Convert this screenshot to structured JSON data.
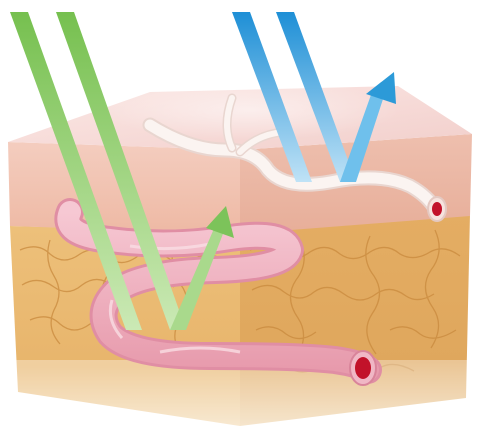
{
  "diagram": {
    "subject": "skin-cross-section-light-penetration",
    "layers": [
      {
        "name": "epidermis-surface",
        "color": "#f6d9d6"
      },
      {
        "name": "dermis",
        "color": "#f3c7b3"
      },
      {
        "name": "subcutaneous-fat",
        "color": "#e6b56f"
      }
    ],
    "vessels": [
      {
        "name": "superficial-vessel",
        "color": "#f8eee9",
        "lumen_color": "#c2122a"
      },
      {
        "name": "deep-vessel",
        "color": "#f1b4c2",
        "lumen_color": "#c2122a"
      }
    ],
    "beams": [
      {
        "name": "green-beam",
        "color": "#7cc35a",
        "light_color": "#c6e8b0",
        "depth": "deep"
      },
      {
        "name": "blue-beam",
        "color": "#2c9ad8",
        "light_color": "#b7dff5",
        "depth": "superficial"
      }
    ]
  }
}
